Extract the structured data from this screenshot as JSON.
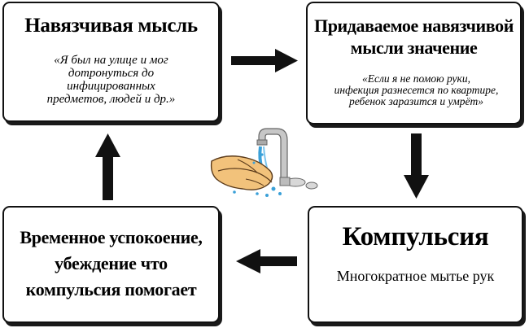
{
  "boxes": {
    "top_left": {
      "title": "Навязчивая мысль",
      "note": "«Я был на улице и мог\nдотронуться до\nинфицированных\nпредметов, людей и др.»"
    },
    "top_right": {
      "title": "Придаваемое навязчивой\nмысли значение",
      "note": "«Если я не помою руки,\nинфекция разнесется по квартире,\nребенок заразится и умрёт»"
    },
    "bottom_right": {
      "title": "Компульсия",
      "text": "Многократное мытье рук"
    },
    "bottom_left": {
      "text": "Временное  успокоение,\nубеждение что\nкомпульсия помогает"
    }
  },
  "icons": {
    "center": "hand-washing-icon",
    "arrows": [
      "arrow-right-icon",
      "arrow-down-icon",
      "arrow-left-icon",
      "arrow-up-icon"
    ]
  },
  "colors": {
    "water": "#3aa0d8",
    "skin": "#f2c27b",
    "tap": "#b9b9b9"
  }
}
